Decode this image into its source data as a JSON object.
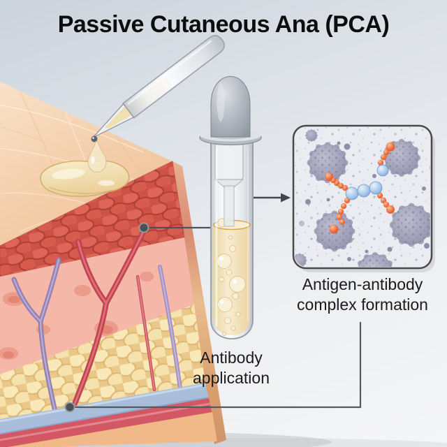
{
  "title": "Passive Cutaneous Ana (PCA)",
  "labels": {
    "antibody_application": {
      "line1": "Antibody",
      "line2": "application"
    },
    "complex_formation": {
      "line1": "Antigen-antibody",
      "line2": "complex formation"
    }
  },
  "scene": {
    "elements": [
      "skin-cross-section-block",
      "tilted-pipette-applying-droplet",
      "surface-droplet-pool",
      "antibody-dropper-test-tube",
      "antigen-antibody-complex-inset-panel",
      "connector-line-epidermis-to-tube",
      "arrow-tube-to-inset",
      "connector-line-dermis-to-inset-label"
    ],
    "colors": {
      "background_top": "#ccd4dc",
      "background_bottom": "#f4f5f6",
      "skin_surface": "#f4cda9",
      "epidermis_red": "#d85b4c",
      "dermis_pink": "#f5b6a7",
      "fat_yellow": "#f5dfa4",
      "vein_blue": "#a9bedb",
      "artery_red": "#c94a55",
      "vessel_purple": "#9181b4",
      "antibody_liquid_amber": "#f0dfb4",
      "complex_blue": "#a5c7ea",
      "complex_orange": "#ef6a3a",
      "mast_cell_grey": "#9a9ab2",
      "panel_background": "#ebebf2",
      "connector_grey": "#55595d",
      "text": "#111111"
    }
  }
}
